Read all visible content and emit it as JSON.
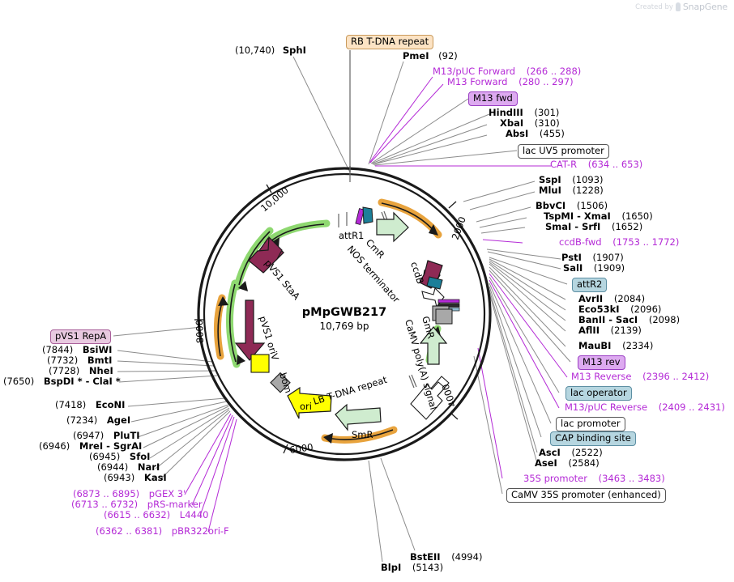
{
  "watermark": {
    "created_by": "Created by",
    "brand": "SnapGene",
    "logo_icon": "snapgene-logo-icon"
  },
  "plasmid": {
    "name": "pMpGWB217",
    "size": "10,769 bp",
    "tick_labels": [
      "2000",
      "4000",
      "6000",
      "8000",
      "10,000"
    ]
  },
  "inner_features": [
    {
      "name": "attR1",
      "color": "#1c7f99"
    },
    {
      "name": "CmR",
      "color": "#cfeccf"
    },
    {
      "name": "NOS terminator",
      "color": "#ffffff"
    },
    {
      "name": "ccdB",
      "color": "#8e2a55"
    },
    {
      "name": "CaMV poly(A) signal",
      "color": "#ffffff"
    },
    {
      "name": "GmR",
      "color": "#cfeccf"
    },
    {
      "name": "LB T-DNA repeat",
      "color": "#ffffff"
    },
    {
      "name": "SmR",
      "color": "#cfeccf"
    },
    {
      "name": "ori",
      "color": "#ffff00"
    },
    {
      "name": "bom",
      "color": "#a8a8a8"
    },
    {
      "name": "pVS1 oriV",
      "color": "#8e2a55"
    },
    {
      "name": "pVS1 StaA",
      "color": "#8e2a55"
    }
  ],
  "top_labels": [
    {
      "id": "sphi",
      "enzyme": "SphI",
      "position": "(10,740)"
    },
    {
      "id": "pmei",
      "enzyme": "PmeI",
      "position": "(92)"
    },
    {
      "id": "hindiii",
      "enzyme": "HindIII",
      "position": "(301)"
    },
    {
      "id": "xbai",
      "enzyme": "XbaI",
      "position": "(310)"
    },
    {
      "id": "absi",
      "enzyme": "AbsI",
      "position": "(455)"
    }
  ],
  "top_primers": [
    {
      "id": "m13puc_fwd",
      "name": "M13/pUC Forward",
      "range": "(266 .. 288)"
    },
    {
      "id": "m13_fwd",
      "name": "M13 Forward",
      "range": "(280 .. 297)"
    },
    {
      "id": "cat_r",
      "name": "CAT-R",
      "range": "(634 .. 653)"
    }
  ],
  "right_labels": [
    {
      "id": "sspi",
      "enzyme": "SspI",
      "position": "(1093)"
    },
    {
      "id": "mlui",
      "enzyme": "MluI",
      "position": "(1228)"
    },
    {
      "id": "bbvci",
      "enzyme": "BbvCI",
      "position": "(1506)"
    },
    {
      "id": "tspmi_xmai",
      "enzyme": "TspMI  -  XmaI",
      "position": "(1650)"
    },
    {
      "id": "smai_srfi",
      "enzyme": "SmaI  -  SrfI",
      "position": "(1652)"
    },
    {
      "id": "psti",
      "enzyme": "PstI",
      "position": "(1907)"
    },
    {
      "id": "sali",
      "enzyme": "SalI",
      "position": "(1909)"
    },
    {
      "id": "avrii",
      "enzyme": "AvrII",
      "position": "(2084)"
    },
    {
      "id": "eco53ki",
      "enzyme": "Eco53kI",
      "position": "(2096)"
    },
    {
      "id": "banii_saci",
      "enzyme": "BanII  -  SacI",
      "position": "(2098)"
    },
    {
      "id": "aflii",
      "enzyme": "AflII",
      "position": "(2139)"
    },
    {
      "id": "maubi",
      "enzyme": "MauBI",
      "position": "(2334)"
    },
    {
      "id": "asci",
      "enzyme": "AscI",
      "position": "(2522)"
    },
    {
      "id": "asei",
      "enzyme": "AseI",
      "position": "(2584)"
    }
  ],
  "right_primers": [
    {
      "id": "ccdb_fwd",
      "name": "ccdB-fwd",
      "range": "(1753 .. 1772)"
    },
    {
      "id": "m13_reverse",
      "name": "M13 Reverse",
      "range": "(2396 .. 2412)"
    },
    {
      "id": "m13puc_reverse",
      "name": "M13/pUC Reverse",
      "range": "(2409 .. 2431)"
    },
    {
      "id": "35s_promoter",
      "name": "35S promoter",
      "range": "(3463 .. 3483)"
    }
  ],
  "bottom_labels": [
    {
      "id": "bstei",
      "enzyme": "BstEII",
      "position": "(4994)"
    },
    {
      "id": "blpi",
      "enzyme": "BlpI",
      "position": "(5143)"
    }
  ],
  "left_labels": [
    {
      "id": "bsiwi",
      "enzyme": "BsiWI",
      "position": "(7844)"
    },
    {
      "id": "bmti",
      "enzyme": "BmtI",
      "position": "(7732)"
    },
    {
      "id": "nhei",
      "enzyme": "NheI",
      "position": "(7728)"
    },
    {
      "id": "bspdi_clai",
      "enzyme": "BspDI *  -  ClaI *",
      "position": "(7650)"
    },
    {
      "id": "econi",
      "enzyme": "EcoNI",
      "position": "(7418)"
    },
    {
      "id": "agei",
      "enzyme": "AgeI",
      "position": "(7234)"
    },
    {
      "id": "pluti",
      "enzyme": "PluTI",
      "position": "(6947)"
    },
    {
      "id": "mrei_sgrai",
      "enzyme": "MreI  -  SgrAI",
      "position": "(6946)"
    },
    {
      "id": "sfoi",
      "enzyme": "SfoI",
      "position": "(6945)"
    },
    {
      "id": "nari",
      "enzyme": "NarI",
      "position": "(6944)"
    },
    {
      "id": "kasi",
      "enzyme": "KasI",
      "position": "(6943)"
    }
  ],
  "left_primers": [
    {
      "id": "pgex3",
      "name": "pGEX 3'",
      "range": "(6873 .. 6895)"
    },
    {
      "id": "prs_marker",
      "name": "pRS-marker",
      "range": "(6713 .. 6732)"
    },
    {
      "id": "l4440",
      "name": "L4440",
      "range": "(6615 .. 6632)"
    },
    {
      "id": "pbr322ori_f",
      "name": "pBR322ori-F",
      "range": "(6362 .. 6381)"
    }
  ],
  "feature_boxes": [
    {
      "id": "rb_tdna",
      "label": "RB T-DNA repeat",
      "style": "orange"
    },
    {
      "id": "m13_fwd_box",
      "label": "M13 fwd",
      "style": "purple"
    },
    {
      "id": "lac_uv5",
      "label": "lac UV5 promoter",
      "style": "white"
    },
    {
      "id": "attr2",
      "label": "attR2",
      "style": "blue"
    },
    {
      "id": "m13_rev_box",
      "label": "M13 rev",
      "style": "purple"
    },
    {
      "id": "lac_operator",
      "label": "lac operator",
      "style": "blue"
    },
    {
      "id": "lac_promoter",
      "label": "lac promoter",
      "style": "white"
    },
    {
      "id": "cap_binding",
      "label": "CAP binding site",
      "style": "blue"
    },
    {
      "id": "camv35s",
      "label": "CaMV 35S promoter (enhanced)",
      "style": "white"
    },
    {
      "id": "pvs1_repa",
      "label": "pVS1 RepA",
      "style": "pink"
    }
  ],
  "colors": {
    "primer": "#b42ad6",
    "leader": "#8b8b8b",
    "backbone": "#1a1a1a",
    "green_feature": "#cfeccf",
    "maroon_feature": "#8e2a55",
    "orange_arrow": "#e8a33d",
    "lightgreen_arrow": "#8ed870",
    "yellow_feature": "#ffff00",
    "teal_feature": "#1c7f99",
    "gray_feature": "#a8a8a8"
  }
}
